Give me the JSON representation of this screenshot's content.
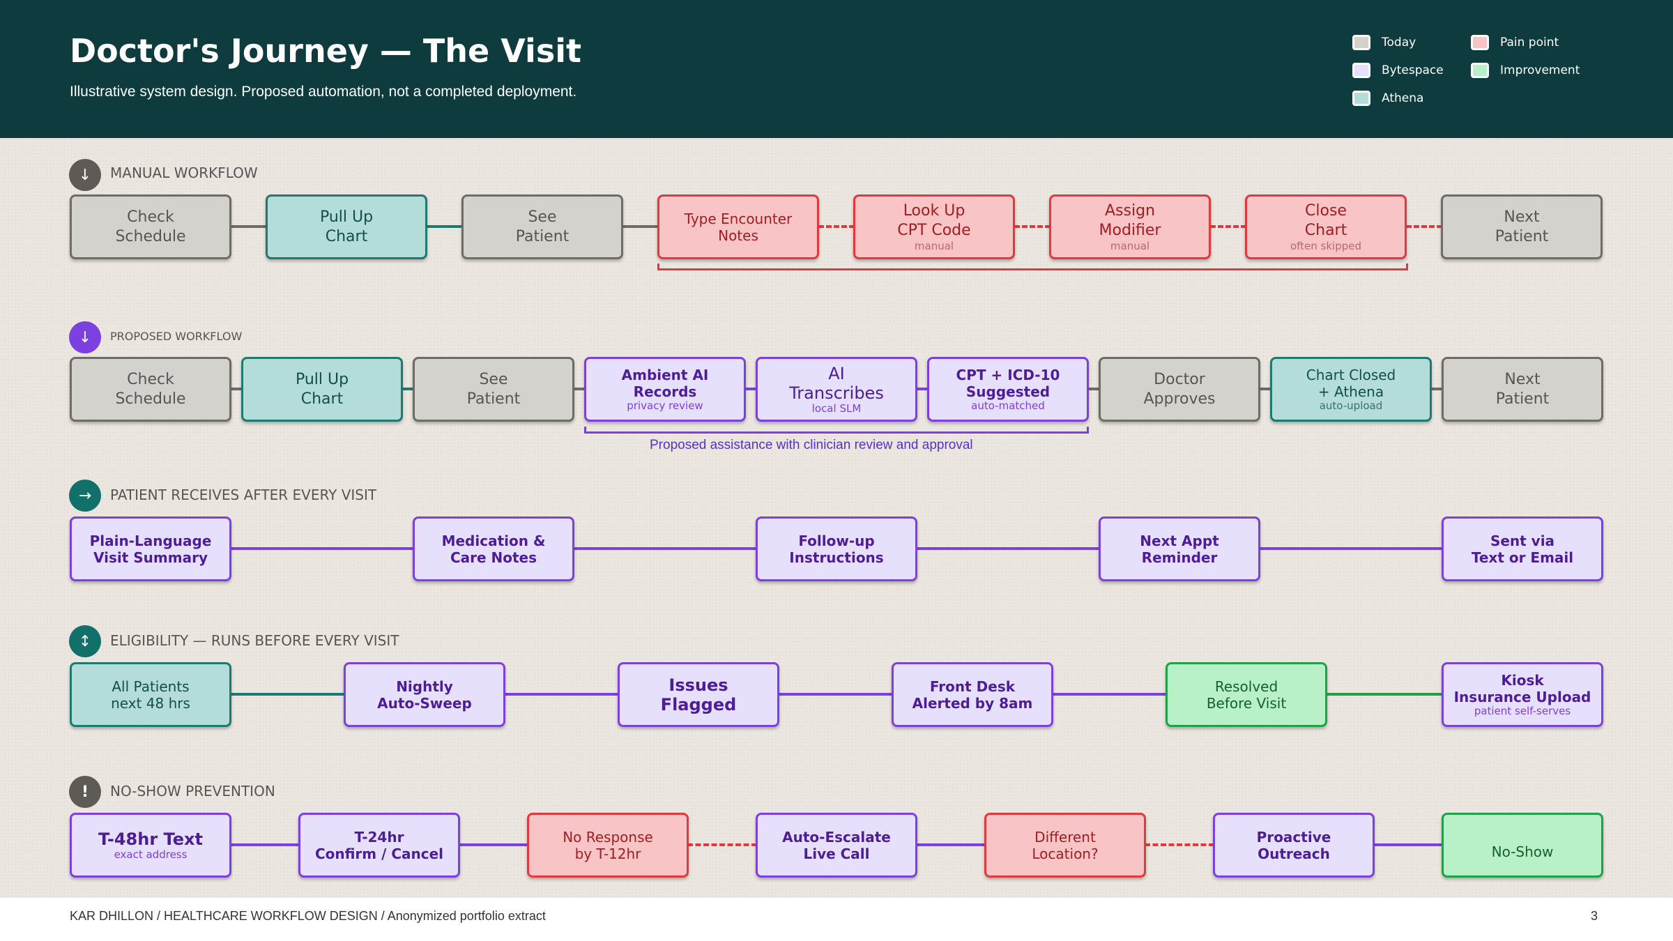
{
  "header": {
    "title": "Doctor's Journey — The Visit",
    "subtitle": "Illustrative system design. Proposed automation, not a completed deployment."
  },
  "legend": [
    {
      "label": "Today",
      "color": "#d4d2cc"
    },
    {
      "label": "Pain point",
      "color": "#f9c4c6"
    },
    {
      "label": "Bytespace",
      "color": "#e7e0fc"
    },
    {
      "label": "Improvement",
      "color": "#b8f0c8"
    },
    {
      "label": "Athena",
      "color": "#b4dcd8"
    }
  ],
  "sections": {
    "manual": {
      "icon": "↓",
      "label": "MANUAL WORKFLOW",
      "nodes": [
        {
          "main": "Check\nSchedule",
          "sub": ""
        },
        {
          "main": "Pull Up\nChart",
          "sub": ""
        },
        {
          "main": "See\nPatient",
          "sub": ""
        },
        {
          "main": "Type Encounter\nNotes",
          "sub": ""
        },
        {
          "main": "Look Up\nCPT Code",
          "sub": "manual"
        },
        {
          "main": "Assign\nModifier",
          "sub": "manual"
        },
        {
          "main": "Close\nChart",
          "sub": "often skipped"
        },
        {
          "main": "Next\nPatient",
          "sub": ""
        }
      ]
    },
    "proposed": {
      "icon": "↓",
      "label": "PROPOSED WORKFLOW",
      "nodes": [
        {
          "main": "Check\nSchedule",
          "sub": ""
        },
        {
          "main": "Pull Up\nChart",
          "sub": ""
        },
        {
          "main": "See\nPatient",
          "sub": ""
        },
        {
          "main": "Ambient AI\nRecords",
          "sub": "privacy review"
        },
        {
          "main": "AI\nTranscribes",
          "sub": "local SLM"
        },
        {
          "main": "CPT + ICD-10\nSuggested",
          "sub": "auto-matched"
        },
        {
          "main": "Doctor\nApproves",
          "sub": ""
        },
        {
          "main": "Chart Closed\n+ Athena",
          "sub": "auto-upload"
        },
        {
          "main": "Next\nPatient",
          "sub": ""
        }
      ],
      "note": "Proposed assistance with clinician review and approval"
    },
    "patient": {
      "icon": "→",
      "label": "PATIENT RECEIVES AFTER EVERY VISIT",
      "nodes": [
        {
          "main": "Plain-Language\nVisit Summary",
          "sub": ""
        },
        {
          "main": "Medication &\nCare Notes",
          "sub": ""
        },
        {
          "main": "Follow-up\nInstructions",
          "sub": ""
        },
        {
          "main": "Next Appt\nReminder",
          "sub": ""
        },
        {
          "main": "Sent via\nText or Email",
          "sub": ""
        }
      ]
    },
    "eligibility": {
      "icon": "↕",
      "label": "ELIGIBILITY — RUNS BEFORE EVERY VISIT",
      "nodes": [
        {
          "main": "All Patients\nnext 48 hrs",
          "sub": ""
        },
        {
          "main": "Nightly\nAuto-Sweep",
          "sub": ""
        },
        {
          "main": "Issues\nFlagged",
          "sub": ""
        },
        {
          "main": "Front Desk\nAlerted by 8am",
          "sub": ""
        },
        {
          "main": "Resolved\nBefore Visit",
          "sub": ""
        },
        {
          "main": "Kiosk\nInsurance Upload",
          "sub": "patient self-serves"
        }
      ]
    },
    "noshow": {
      "icon": "!",
      "label": "NO-SHOW PREVENTION",
      "nodes": [
        {
          "main": "T-48hr Text",
          "sub": "exact address"
        },
        {
          "main": "T-24hr\nConfirm / Cancel",
          "sub": ""
        },
        {
          "main": "No Response\nby T-12hr",
          "sub": ""
        },
        {
          "main": "Auto-Escalate\nLive Call",
          "sub": ""
        },
        {
          "main": "Different\nLocation?",
          "sub": ""
        },
        {
          "main": "Proactive\nOutreach",
          "sub": ""
        },
        {
          "main": "No-Show",
          "sub": ""
        }
      ]
    }
  },
  "footer": {
    "left": "KAR DHILLON / HEALTHCARE WORKFLOW DESIGN / Anonymized portfolio extract",
    "page": "3"
  }
}
